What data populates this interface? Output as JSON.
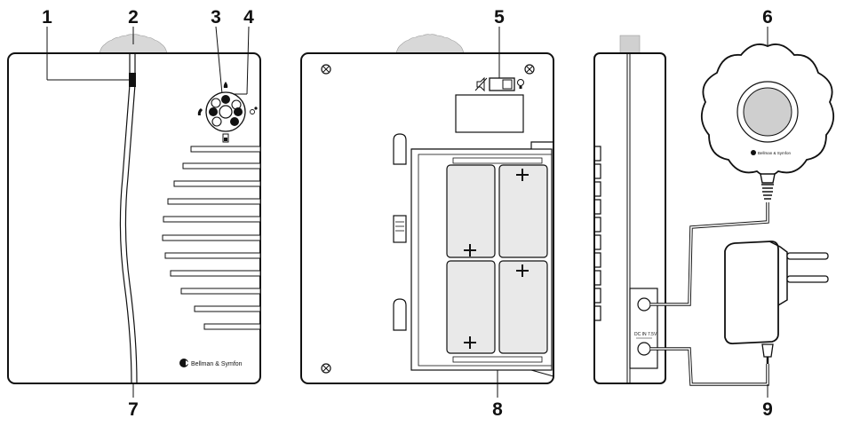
{
  "callouts": {
    "c1": "1",
    "c2": "2",
    "c3": "3",
    "c4": "4",
    "c5": "5",
    "c6": "6",
    "c7": "7",
    "c8": "8",
    "c9": "9"
  },
  "brand": {
    "front": "Bellman & Symfon",
    "vibrator": "Bellman & Symfon"
  },
  "dc_label": "DC IN 7.5V",
  "colors": {
    "stroke": "#111111",
    "battery_fill": "#e9e9e9",
    "shaker_pad": "#cfcfcf",
    "wheel": "#d8d8d8"
  },
  "icons": {
    "flame": "flame-icon",
    "phone": "phone-icon",
    "doorbell": "doorbell-icon",
    "battery": "battery-icon",
    "speaker_muted": "speaker-muted-icon",
    "lamp": "lamp-icon"
  }
}
